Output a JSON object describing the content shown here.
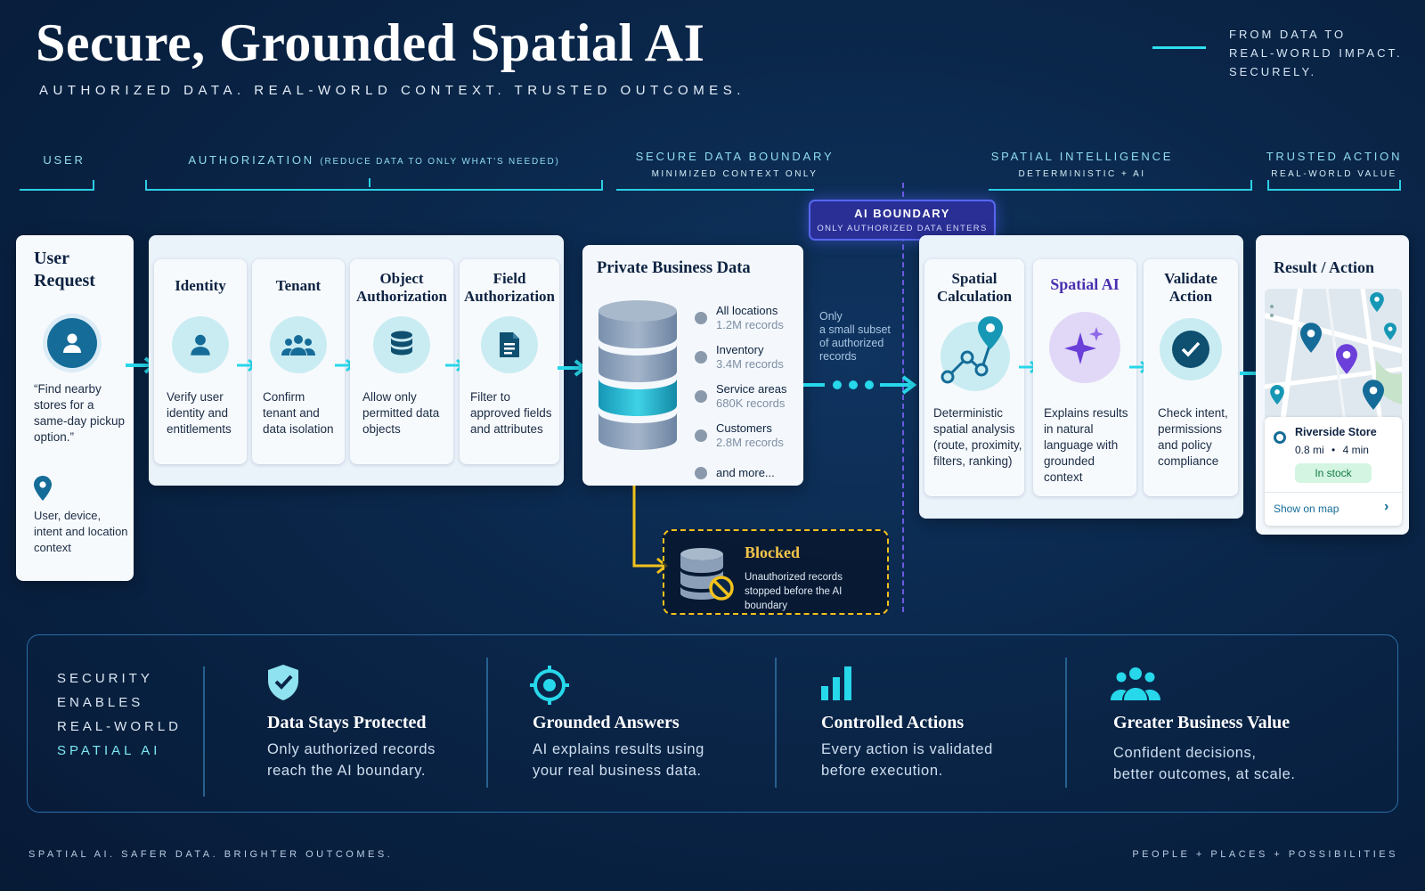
{
  "header": {
    "title": "Secure, Grounded Spatial AI",
    "subtitle": "AUTHORIZED DATA. REAL-WORLD CONTEXT. TRUSTED OUTCOMES.",
    "tagline": [
      "FROM DATA TO",
      "REAL-WORLD IMPACT.",
      "SECURELY."
    ]
  },
  "sections": {
    "user": "USER",
    "authorization": "AUTHORIZATION",
    "authorization_note": "(REDUCE DATA TO ONLY WHAT'S NEEDED)",
    "boundary": "SECURE DATA BOUNDARY",
    "boundary_sub": "MINIMIZED CONTEXT ONLY",
    "spatial": "SPATIAL INTELLIGENCE",
    "spatial_sub": "DETERMINISTIC + AI",
    "trusted": "TRUSTED ACTION",
    "trusted_sub": "REAL-WORLD VALUE"
  },
  "ai_boundary": {
    "title": "AI BOUNDARY",
    "sub": "ONLY AUTHORIZED DATA ENTERS"
  },
  "user_request": {
    "title_1": "User",
    "title_2": "Request",
    "quote": "“Find nearby stores for a same-day pickup option.”",
    "context": "User, device, intent and location context"
  },
  "auth_steps": [
    {
      "title": "Identity",
      "desc": "Verify user identity and entitlements"
    },
    {
      "title": "Tenant",
      "desc": "Confirm tenant and data isolation"
    },
    {
      "title_1": "Object",
      "title_2": "Authorization",
      "desc": "Allow only permitted data objects"
    },
    {
      "title_1": "Field",
      "title_2": "Authorization",
      "desc": "Filter to approved fields and attributes"
    }
  ],
  "private_data": {
    "title": "Private Business Data",
    "items": [
      {
        "label": "All locations",
        "value": "1.2M records"
      },
      {
        "label": "Inventory",
        "value": "3.4M records"
      },
      {
        "label": "Service areas",
        "value": "680K records"
      },
      {
        "label": "Customers",
        "value": "2.8M records"
      },
      {
        "label": "and more...",
        "value": ""
      }
    ]
  },
  "subset_note": [
    "Only",
    "a small subset",
    "of authorized",
    "records"
  ],
  "blocked": {
    "title": "Blocked",
    "desc_1": "Unauthorized records",
    "desc_2": "stopped before the AI boundary"
  },
  "spatial_steps": [
    {
      "title_1": "Spatial",
      "title_2": "Calculation",
      "desc": "Deterministic spatial analysis (route, proximity, filters, ranking)"
    },
    {
      "title_1": "Spatial AI",
      "title_2": "",
      "desc": "Explains results in natural language with grounded context"
    },
    {
      "title_1": "Validate",
      "title_2": "Action",
      "desc": "Check intent, permissions and policy compliance"
    }
  ],
  "result": {
    "title": "Result / Action",
    "store": "Riverside Store",
    "distance": "0.8 mi",
    "time": "4 min",
    "status": "In stock",
    "link": "Show on map"
  },
  "bottom": {
    "lead": [
      "SECURITY",
      "ENABLES",
      "REAL-WORLD",
      "SPATIAL AI"
    ],
    "items": [
      {
        "title": "Data Stays Protected",
        "desc_1": "Only authorized records",
        "desc_2": "reach the AI boundary."
      },
      {
        "title": "Grounded Answers",
        "desc_1": "AI explains results using",
        "desc_2": "your real business data."
      },
      {
        "title": "Controlled Actions",
        "desc_1": "Every action is validated",
        "desc_2": "before execution."
      },
      {
        "title": "Greater Business Value",
        "desc_1": "Confident decisions,",
        "desc_2": "better outcomes, at scale."
      }
    ]
  },
  "footer": {
    "left": "SPATIAL AI. SAFER DATA. BRIGHTER OUTCOMES.",
    "right": "PEOPLE + PLACES + POSSIBILITIES"
  },
  "colors": {
    "accent": "#27d7ea",
    "background": "#0a2649",
    "card": "#f7fafd",
    "blocked": "#f2c21b",
    "ai_purple": "#6b3fd9",
    "in_stock_bg": "#d3f5e2",
    "in_stock_text": "#137a43"
  },
  "icons": [
    "user-icon",
    "group-icon",
    "database-icon",
    "document-icon",
    "location-pin-icon",
    "route-icon",
    "sparkle-icon",
    "check-icon",
    "shield-check-icon",
    "target-icon",
    "bar-chart-icon",
    "people-icon",
    "blocked-icon",
    "chevron-right-icon"
  ]
}
